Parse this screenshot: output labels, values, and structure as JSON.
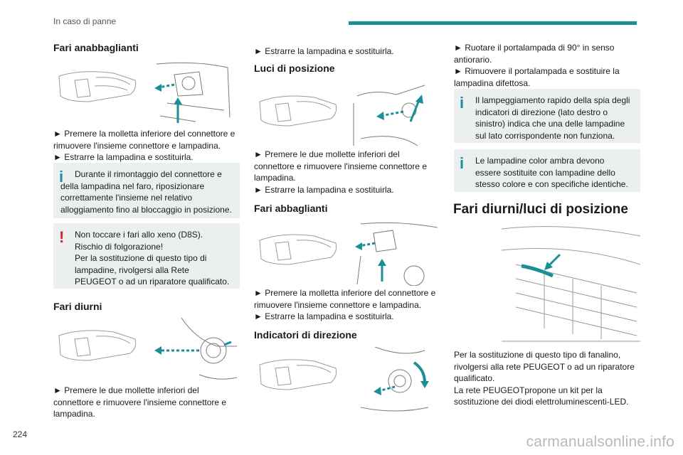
{
  "header": {
    "title": "In caso di panne"
  },
  "page_number": "224",
  "watermark": "carmanualsonline.info",
  "colors": {
    "accent": "#1a8f98",
    "info_mark": "#1a8f98",
    "warning_mark": "#d6232a",
    "note_bg": "#eceff0"
  },
  "col1": {
    "h_low_beam": "Fari anabbaglianti",
    "p_low_beam": "► Premere la molletta inferiore del connettore e rimuovere l'insieme connettore e lampadina.\n► Estrarre la lampadina e sostituirla.",
    "note_info": "Durante il rimontaggio del connettore e della lampadina nel faro, riposizionare correttamente l'insieme nel relativo alloggiamento fino al bloccaggio in posizione.",
    "note_warn_line1": "Non toccare i fari allo xeno (D8S).",
    "note_warn_rest": "Rischio di folgorazione!\nPer la sostituzione di questo tipo di lampadine, rivolgersi alla Rete PEUGEOT o ad un riparatore qualificato.",
    "h_drl": "Fari diurni",
    "p_drl": "► Premere le due mollette inferiori del connettore e rimuovere l'insieme connettore e lampadina."
  },
  "col2": {
    "p_top": "► Estrarre la lampadina e sostituirla.",
    "h_position": "Luci di posizione",
    "p_position": "► Premere le due mollette inferiori del connettore e rimuovere l'insieme connettore e lampadina.\n► Estrarre la lampadina e sostituirla.",
    "h_high_beam": "Fari abbaglianti",
    "p_high_beam": "► Premere la molletta inferiore del connettore e rimuovere l'insieme connettore e lampadina.\n► Estrarre la lampadina e sostituirla.",
    "h_indicators": "Indicatori di direzione"
  },
  "col3": {
    "p_top": "► Ruotare il portalampada di 90° in senso antiorario.\n► Rimuovere il portalampada e sostituire la lampadina difettosa.",
    "note1_line1": "Il lampeggiamento rapido della spia degli",
    "note1_rest": "indicatori di direzione (lato destro o sinistro) indica che una delle lampadine sul lato corrispondente non funziona.",
    "note2_line1": "Le lampadine color ambra devono",
    "note2_rest": "essere sostituite con lampadine dello stesso colore e con specifiche identiche.",
    "h_big": "Fari diurni/luci di posizione",
    "p_bottom": "Per la sostituzione di questo tipo di fanalino, rivolgersi alla rete PEUGEOT o ad un riparatore qualificato.\nLa rete PEUGEOTpropone un kit per la sostituzione dei diodi elettroluminescenti-LED."
  }
}
